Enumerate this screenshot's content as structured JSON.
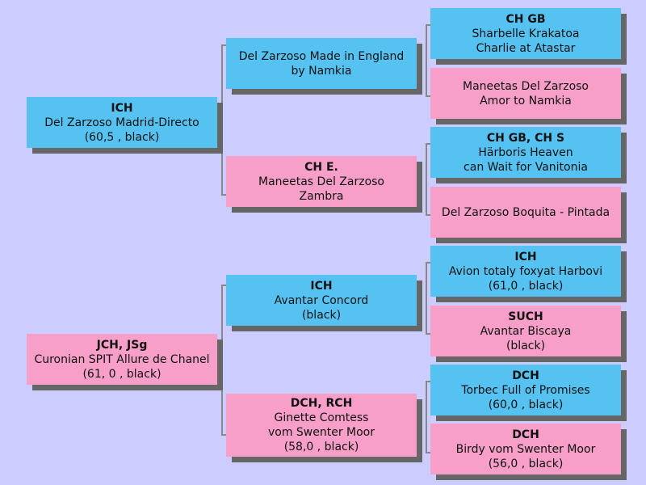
{
  "colors": {
    "background": "#ccccff",
    "male": "#55c2f2",
    "female": "#f79fc8",
    "shadow": "#666666",
    "connector": "#888888"
  },
  "pedigree": [
    {
      "id": "sire",
      "sex": "male",
      "title": "ICH",
      "lines": [
        "Del Zarzoso Madrid-Directo",
        "(60,5 , black)"
      ]
    },
    {
      "id": "dam",
      "sex": "female",
      "title": "JCH, JSg",
      "lines": [
        "Curonian SPIT Allure de Chanel",
        "(61, 0 , black)"
      ]
    },
    {
      "id": "sire-sire",
      "sex": "male",
      "title": "",
      "lines": [
        "Del Zarzoso Made in England",
        "by Namkia"
      ]
    },
    {
      "id": "sire-dam",
      "sex": "female",
      "title": "CH E.",
      "lines": [
        "Maneetas Del Zarzoso",
        "Zambra"
      ]
    },
    {
      "id": "dam-sire",
      "sex": "male",
      "title": "ICH",
      "lines": [
        "Avantar Concord",
        "(black)"
      ]
    },
    {
      "id": "dam-dam",
      "sex": "female",
      "title": "DCH, RCH",
      "lines": [
        "Ginette Comtess",
        "vom Swenter Moor",
        "(58,0 , black)"
      ]
    },
    {
      "id": "ss-sire",
      "sex": "male",
      "title": "CH GB",
      "lines": [
        "Sharbelle Krakatoa",
        "Charlie at Atastar"
      ]
    },
    {
      "id": "ss-dam",
      "sex": "female",
      "title": "",
      "lines": [
        "Maneetas Del Zarzoso",
        "Amor to Namkia"
      ]
    },
    {
      "id": "sd-sire",
      "sex": "male",
      "title": "CH GB, CH S",
      "lines": [
        "Härboris Heaven",
        "can Wait for Vanitonia"
      ]
    },
    {
      "id": "sd-dam",
      "sex": "female",
      "title": "",
      "lines": [
        "Del Zarzoso Boquita - Pintada"
      ]
    },
    {
      "id": "ds-sire",
      "sex": "male",
      "title": "ICH",
      "lines": [
        "Avion totaly foxyat Harbovi",
        "(61,0 , black)"
      ]
    },
    {
      "id": "ds-dam",
      "sex": "female",
      "title": "SUCH",
      "lines": [
        "Avantar Biscaya",
        "(black)"
      ]
    },
    {
      "id": "dd-sire",
      "sex": "male",
      "title": "DCH",
      "lines": [
        "Torbec Full of Promises",
        "(60,0 , black)"
      ]
    },
    {
      "id": "dd-dam",
      "sex": "female",
      "title": "DCH",
      "lines": [
        "Birdy vom Swenter Moor",
        "(56,0 , black)"
      ]
    }
  ]
}
